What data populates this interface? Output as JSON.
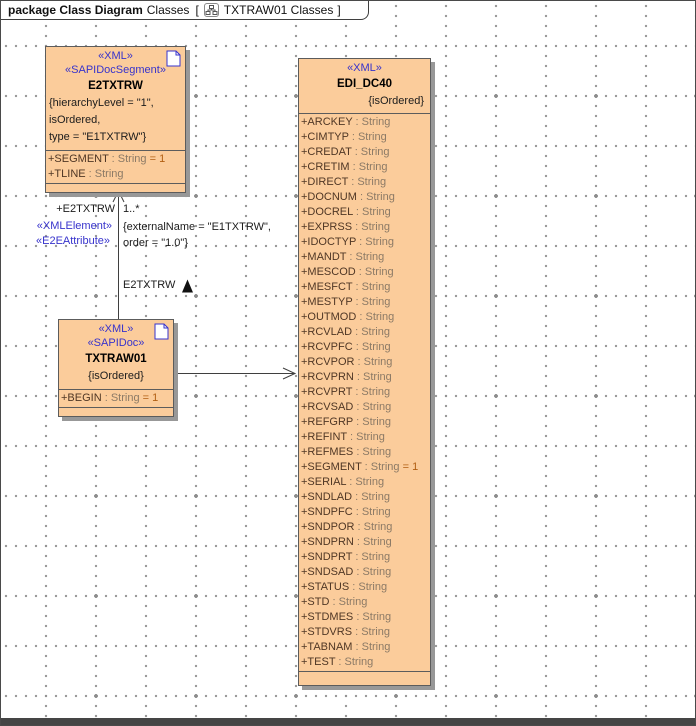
{
  "tab": {
    "title_bold": "package Class Diagram",
    "title_rest": "Classes",
    "open_bracket": "[",
    "diagram_ref": "TXTRAW01 Classes",
    "close_bracket": "]"
  },
  "palette": {
    "class_fill": "#fbcc9b",
    "class_border": "#5c5c5c",
    "shadow": "#989898",
    "stereotype_text": "#3733cc",
    "attribute_name_text": "#503725",
    "attribute_type_text": "#8c7a66",
    "attribute_default_text": "#b15e12",
    "connector": "#3f3f3f"
  },
  "diagram": {
    "classes": {
      "e2txtrw": {
        "stereotypes": [
          "«XML»",
          "«SAPIDocSegment»"
        ],
        "name": "E2TXTRW",
        "tagged_values": [
          "{hierarchyLevel = \"1\",",
          "isOrdered,",
          "type = \"E1TXTRW\"}"
        ],
        "attributes": [
          {
            "name": "+SEGMENT",
            "type": " : String",
            "default": " = 1"
          },
          {
            "name": "+TLINE",
            "type": " : String",
            "default": ""
          }
        ]
      },
      "txtraw01": {
        "stereotypes": [
          "«XML»",
          "«SAPIDoc»"
        ],
        "name": "TXTRAW01",
        "tagged_values": [
          "{isOrdered}"
        ],
        "attributes": [
          {
            "name": "+BEGIN",
            "type": " : String",
            "default": " = 1"
          }
        ]
      },
      "edi_dc40": {
        "stereotypes": [
          "«XML»"
        ],
        "name": "EDI_DC40",
        "tagged_values": [
          "{isOrdered}"
        ],
        "attributes": [
          {
            "name": "+ARCKEY",
            "type": " : String",
            "default": ""
          },
          {
            "name": "+CIMTYP",
            "type": " : String",
            "default": ""
          },
          {
            "name": "+CREDAT",
            "type": " : String",
            "default": ""
          },
          {
            "name": "+CRETIM",
            "type": " : String",
            "default": ""
          },
          {
            "name": "+DIRECT",
            "type": " : String",
            "default": ""
          },
          {
            "name": "+DOCNUM",
            "type": " : String",
            "default": ""
          },
          {
            "name": "+DOCREL",
            "type": " : String",
            "default": ""
          },
          {
            "name": "+EXPRSS",
            "type": " : String",
            "default": ""
          },
          {
            "name": "+IDOCTYP",
            "type": " : String",
            "default": ""
          },
          {
            "name": "+MANDT",
            "type": " : String",
            "default": ""
          },
          {
            "name": "+MESCOD",
            "type": " : String",
            "default": ""
          },
          {
            "name": "+MESFCT",
            "type": " : String",
            "default": ""
          },
          {
            "name": "+MESTYP",
            "type": " : String",
            "default": ""
          },
          {
            "name": "+OUTMOD",
            "type": " : String",
            "default": ""
          },
          {
            "name": "+RCVLAD",
            "type": " : String",
            "default": ""
          },
          {
            "name": "+RCVPFC",
            "type": " : String",
            "default": ""
          },
          {
            "name": "+RCVPOR",
            "type": " : String",
            "default": ""
          },
          {
            "name": "+RCVPRN",
            "type": " : String",
            "default": ""
          },
          {
            "name": "+RCVPRT",
            "type": " : String",
            "default": ""
          },
          {
            "name": "+RCVSAD",
            "type": " : String",
            "default": ""
          },
          {
            "name": "+REFGRP",
            "type": " : String",
            "default": ""
          },
          {
            "name": "+REFINT",
            "type": " : String",
            "default": ""
          },
          {
            "name": "+REFMES",
            "type": " : String",
            "default": ""
          },
          {
            "name": "+SEGMENT",
            "type": " : String",
            "default": " = 1"
          },
          {
            "name": "+SERIAL",
            "type": " : String",
            "default": ""
          },
          {
            "name": "+SNDLAD",
            "type": " : String",
            "default": ""
          },
          {
            "name": "+SNDPFC",
            "type": " : String",
            "default": ""
          },
          {
            "name": "+SNDPOR",
            "type": " : String",
            "default": ""
          },
          {
            "name": "+SNDPRN",
            "type": " : String",
            "default": ""
          },
          {
            "name": "+SNDPRT",
            "type": " : String",
            "default": ""
          },
          {
            "name": "+SNDSAD",
            "type": " : String",
            "default": ""
          },
          {
            "name": "+STATUS",
            "type": " : String",
            "default": ""
          },
          {
            "name": "+STD",
            "type": " : String",
            "default": ""
          },
          {
            "name": "+STDMES",
            "type": " : String",
            "default": ""
          },
          {
            "name": "+STDVRS",
            "type": " : String",
            "default": ""
          },
          {
            "name": "+TABNAM",
            "type": " : String",
            "default": ""
          },
          {
            "name": "+TEST",
            "type": " : String",
            "default": ""
          }
        ]
      }
    },
    "associations": {
      "e2txtrw_assoc": {
        "role": "+E2TXTRW",
        "multiplicity": "1..*",
        "stereotypes": [
          "«XMLElement»",
          "«E2EAttribute»"
        ],
        "constraint_lines": [
          "{externalName = \"E1TXTRW\",",
          "order = \"1.0\"}"
        ],
        "name": "E2TXTRW"
      }
    }
  }
}
